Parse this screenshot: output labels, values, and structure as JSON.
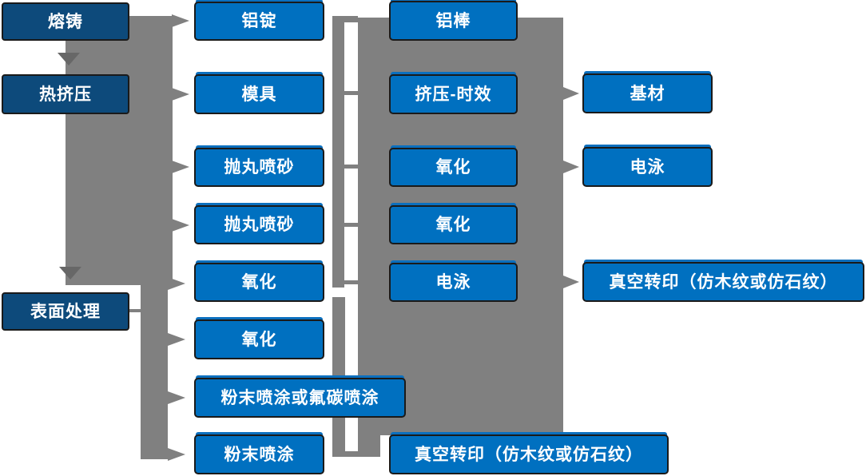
{
  "colors": {
    "box_blue": "#0070C0",
    "box_blue_peek": "#0B6FBE",
    "box_dark": "#0D4A7B",
    "connector": "#808080",
    "connector_dark": "#676767",
    "border": "#1A1A1A",
    "text": "#FFFFFF"
  },
  "nodes": {
    "melting": {
      "label": "熔铸"
    },
    "hot_extrusion": {
      "label": "热挤压"
    },
    "surface_treatment": {
      "label": "表面处理"
    },
    "aluminum_ingot": {
      "label": "铝锭"
    },
    "mold": {
      "label": "模具"
    },
    "shot_blasting_1": {
      "label": "抛丸喷砂"
    },
    "shot_blasting_2": {
      "label": "抛丸喷砂"
    },
    "oxidation_1": {
      "label": "氧化"
    },
    "oxidation_2": {
      "label": "氧化"
    },
    "powder_or_fluorocarbon": {
      "label": "粉末喷涂或氟碳喷涂"
    },
    "powder_coating": {
      "label": "粉末喷涂"
    },
    "aluminum_rod": {
      "label": "铝棒"
    },
    "extrusion_aging": {
      "label": "挤压-时效"
    },
    "oxidation_3": {
      "label": "氧化"
    },
    "oxidation_4": {
      "label": "氧化"
    },
    "electrophoresis_1": {
      "label": "电泳"
    },
    "vacuum_transfer_bottom": {
      "label": "真空转印（仿木纹或仿石纹）"
    },
    "substrate": {
      "label": "基材"
    },
    "electrophoresis_2": {
      "label": "电泳"
    },
    "vacuum_transfer_right": {
      "label": "真空转印（仿木纹或仿石纹）"
    }
  }
}
